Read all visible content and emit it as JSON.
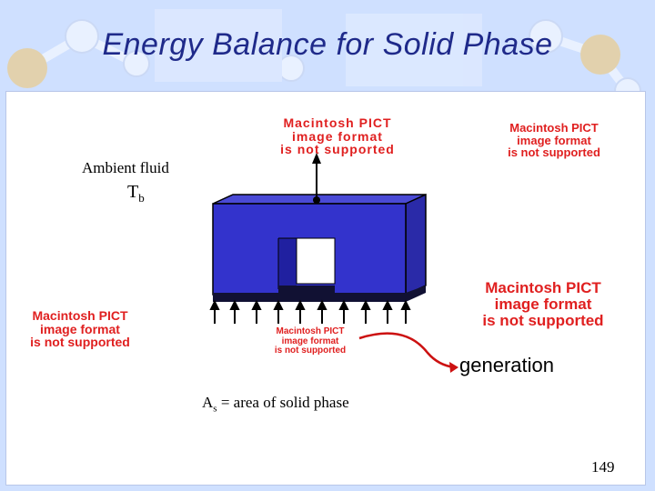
{
  "title": "Energy Balance for Solid Phase",
  "ambient_label": "Ambient fluid",
  "tb": {
    "base": "T",
    "sub": "b"
  },
  "generation_label": "generation",
  "as_label": {
    "base": "A",
    "sub": "s",
    "rest": " = area of solid phase"
  },
  "page_number": "149",
  "pict_placeholder": {
    "line1": "Macintosh PICT",
    "line2": "image format",
    "line3": "is not supported"
  },
  "colors": {
    "block_fill": "#3333cc",
    "block_dark": "#16166e",
    "pict_text": "#e02020",
    "title": "#1f2a8a",
    "arrow_red": "#cc1111"
  }
}
